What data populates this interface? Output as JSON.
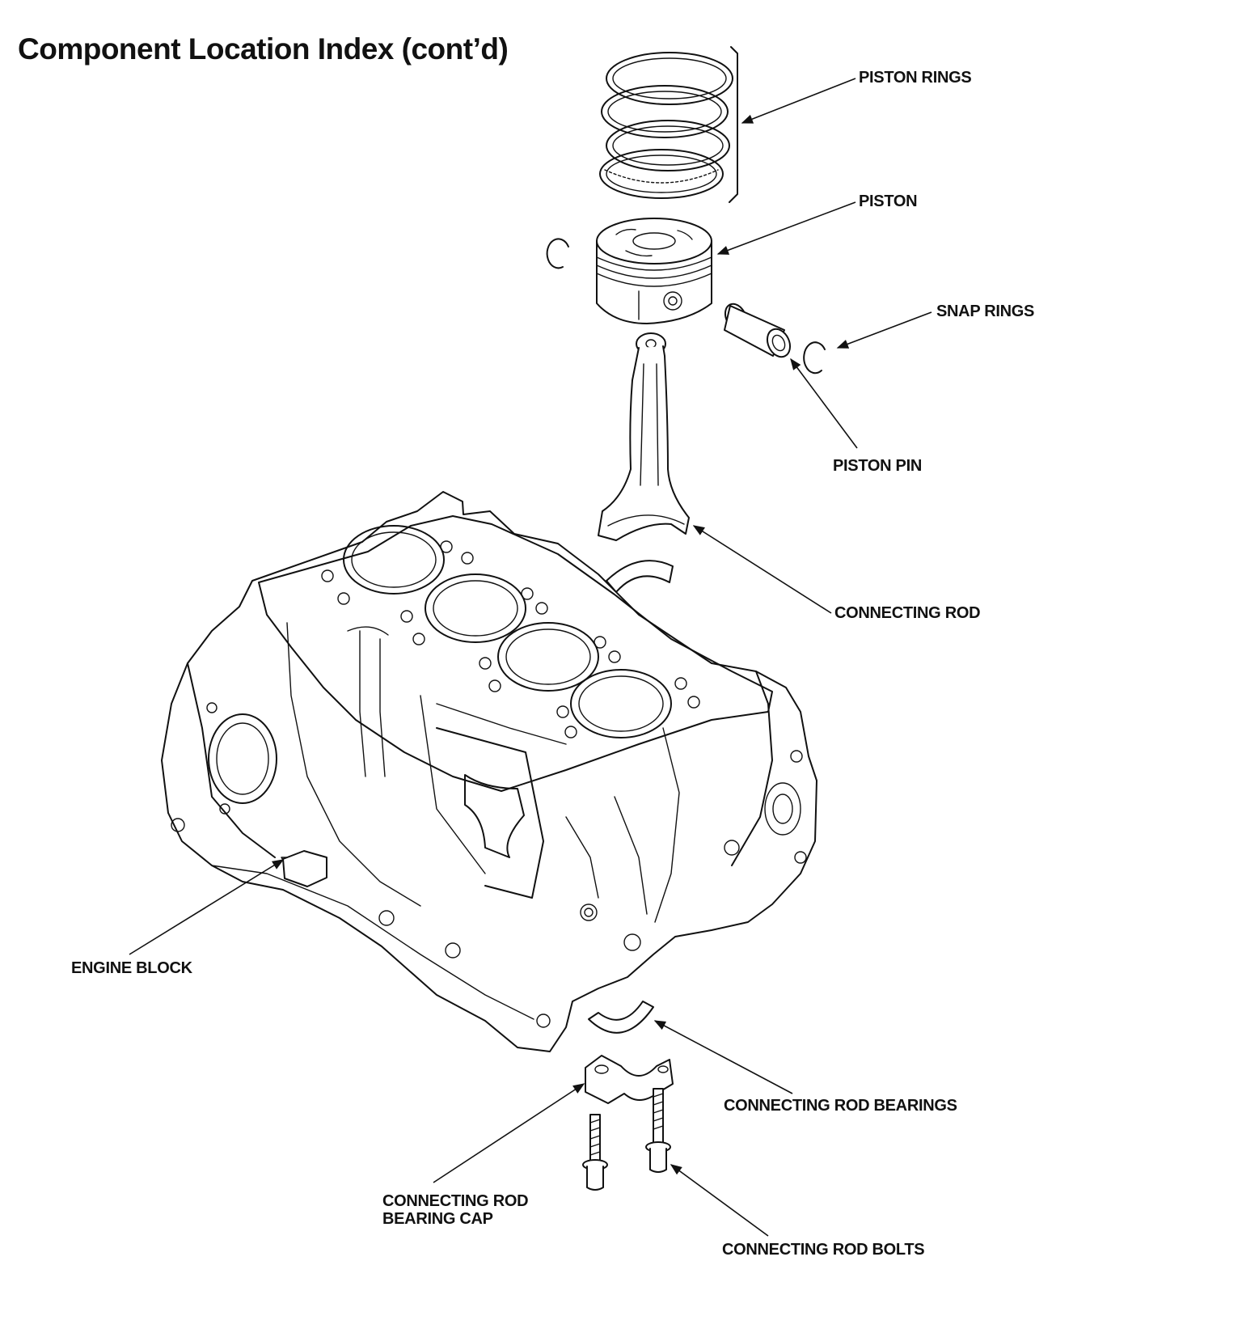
{
  "title": "Component Location Index (cont’d)",
  "labels": {
    "piston_rings": "PISTON RINGS",
    "piston": "PISTON",
    "snap_rings": "SNAP RINGS",
    "piston_pin": "PISTON PIN",
    "connecting_rod": "CONNECTING ROD",
    "engine_block": "ENGINE BLOCK",
    "connecting_rod_bearings": "CONNECTING ROD BEARINGS",
    "connecting_rod_bearing_cap_line1": "CONNECTING ROD",
    "connecting_rod_bearing_cap_line2": "BEARING CAP",
    "connecting_rod_bolts": "CONNECTING ROD BOLTS"
  }
}
